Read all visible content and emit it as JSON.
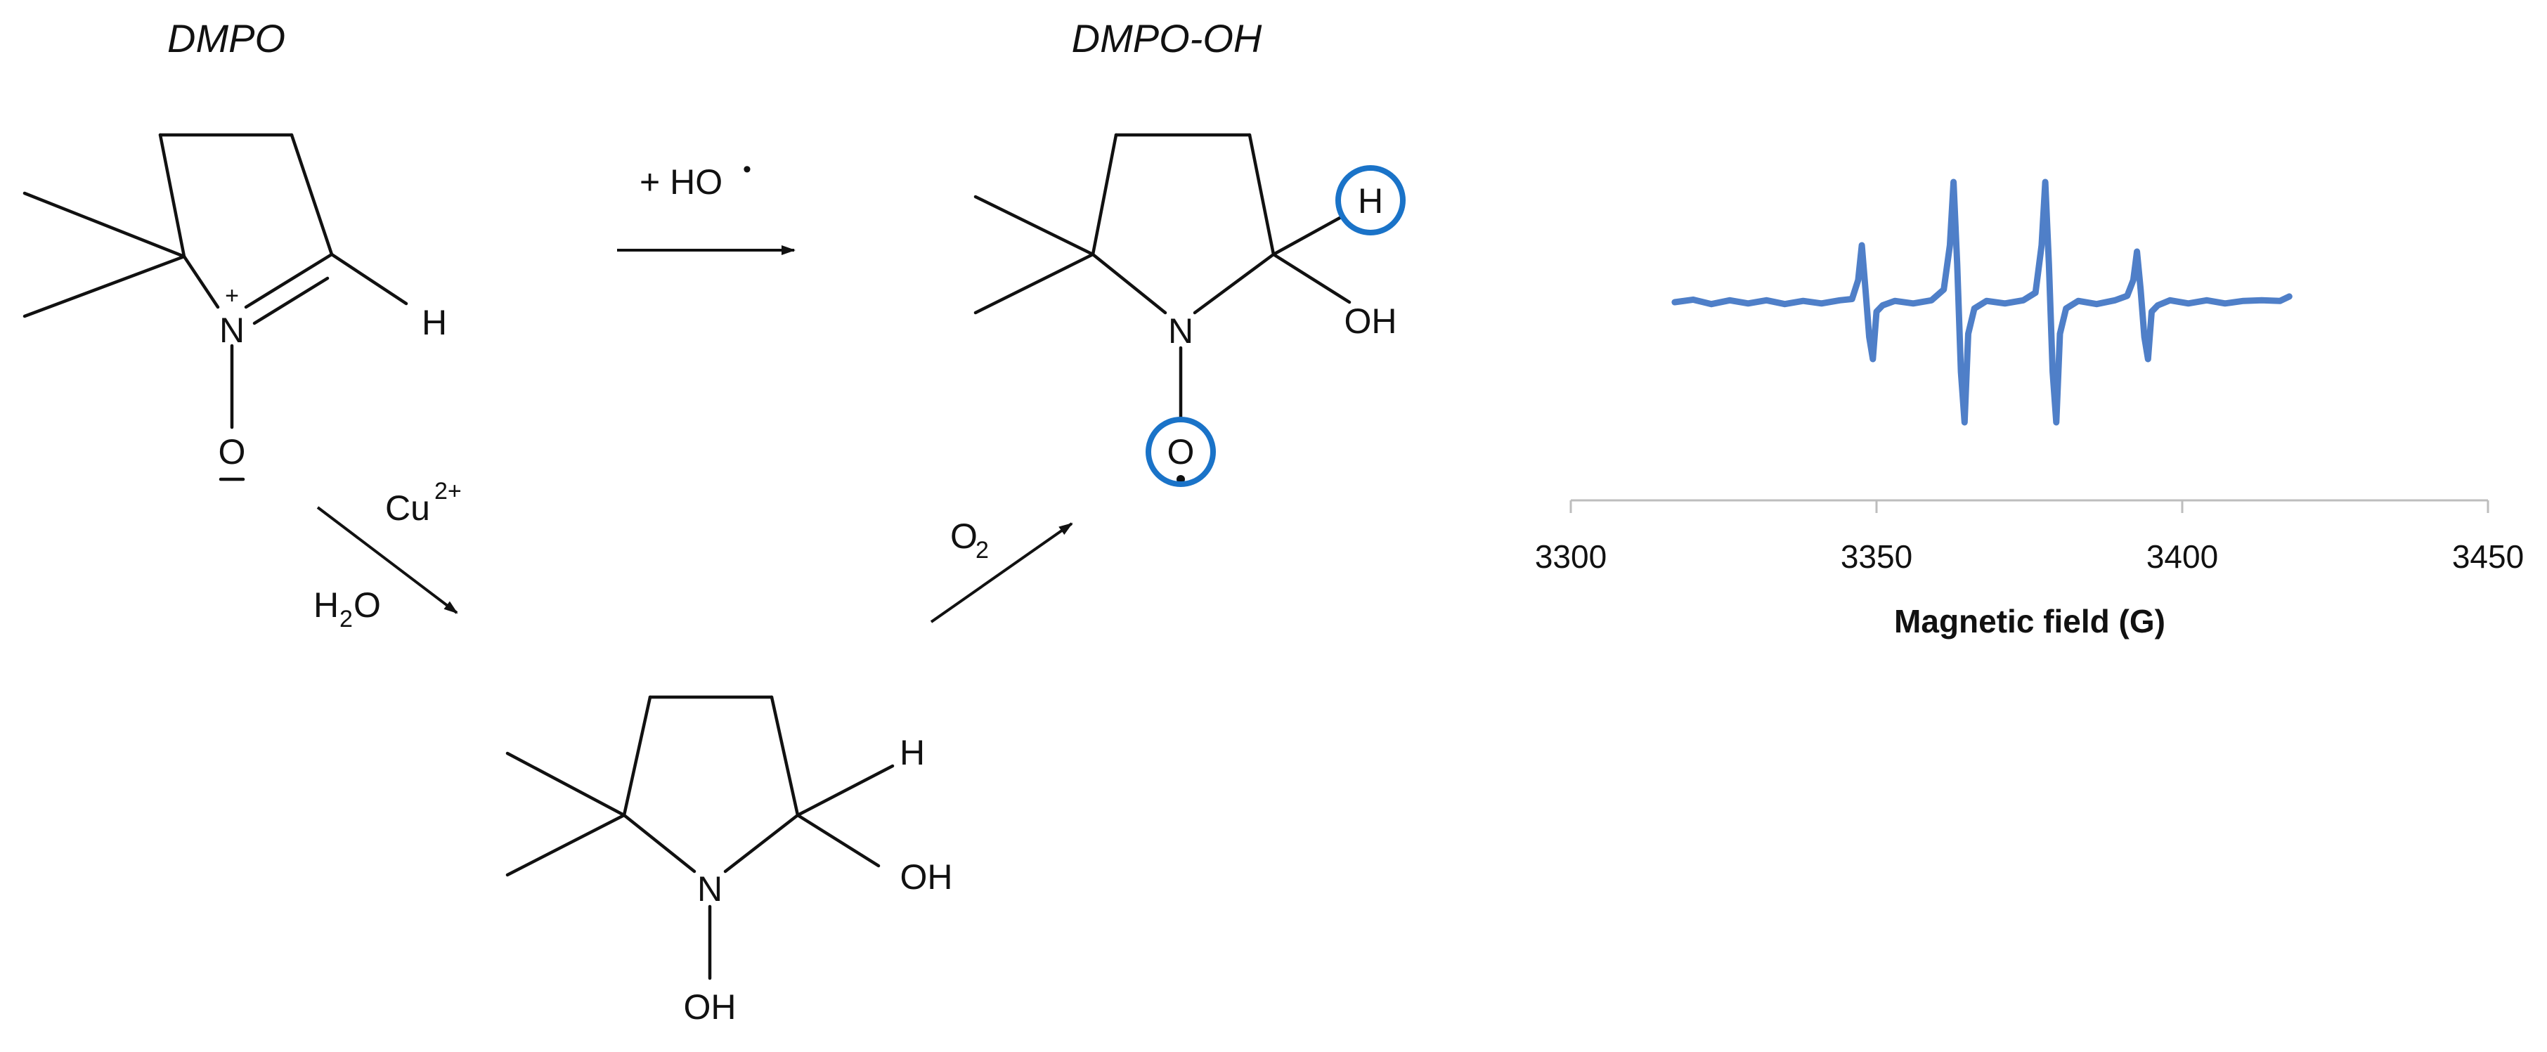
{
  "structures": {
    "dmpo": {
      "title": "DMPO",
      "n_label": "N",
      "n_charge": "+",
      "o_label": "O",
      "h_label": "H"
    },
    "dmpo_oh": {
      "title": "DMPO-OH",
      "n_label": "N",
      "o_label": "O",
      "h_label": "H",
      "oh_label": "OH"
    },
    "hydroxylamine": {
      "n_label": "N",
      "h_label": "H",
      "oh_label": "OH",
      "n_oh_label": "OH"
    }
  },
  "reactions": {
    "radical": {
      "prefix": "+ HO",
      "radical_dot": "•"
    },
    "copper": {
      "cu": "Cu",
      "cu_charge": "2+",
      "h2o_h": "H",
      "h2o_sub": "2",
      "h2o_o": "O"
    },
    "oxygen": {
      "o": "O",
      "sub": "2"
    }
  },
  "highlight_color": "#1a73c8",
  "chart_data": {
    "type": "line",
    "title": "",
    "xlabel": "Magnetic field (G)",
    "ylabel": "",
    "xlim": [
      3300,
      3450
    ],
    "xticks": [
      3300,
      3350,
      3400,
      3450
    ],
    "grid": false,
    "color": "#4f7fc8",
    "series": [
      {
        "x": [
          3317,
          3320,
          3323,
          3326,
          3329,
          3332,
          3335,
          3338,
          3341,
          3344,
          3346,
          3347,
          3347.6,
          3348.2,
          3348.8,
          3349.4,
          3350,
          3351,
          3353,
          3356,
          3359,
          3361,
          3362,
          3362.6,
          3363.2,
          3363.8,
          3364.4,
          3365,
          3366,
          3368,
          3371,
          3374,
          3376,
          3377,
          3377.6,
          3378.2,
          3378.8,
          3379.4,
          3380,
          3381,
          3383,
          3386,
          3389,
          3391,
          3392,
          3392.6,
          3393.2,
          3393.8,
          3394.4,
          3395,
          3396,
          3398,
          3401,
          3404,
          3407,
          3410,
          3413,
          3416,
          3417.5
        ],
        "y": [
          0,
          0.04,
          -0.03,
          0.03,
          -0.02,
          0.03,
          -0.03,
          0.02,
          -0.02,
          0.03,
          0.05,
          0.35,
          0.9,
          0.2,
          -0.55,
          -0.9,
          -0.15,
          -0.05,
          0.02,
          -0.02,
          0.03,
          0.2,
          0.9,
          1.9,
          0.6,
          -1.1,
          -1.9,
          -0.5,
          -0.1,
          0.02,
          -0.02,
          0.03,
          0.15,
          0.9,
          1.9,
          0.6,
          -1.1,
          -1.9,
          -0.5,
          -0.1,
          0.02,
          -0.03,
          0.03,
          0.1,
          0.35,
          0.8,
          0.2,
          -0.55,
          -0.9,
          -0.15,
          -0.05,
          0.03,
          -0.02,
          0.03,
          -0.02,
          0.02,
          0.03,
          0.02,
          0.09
        ]
      }
    ]
  }
}
